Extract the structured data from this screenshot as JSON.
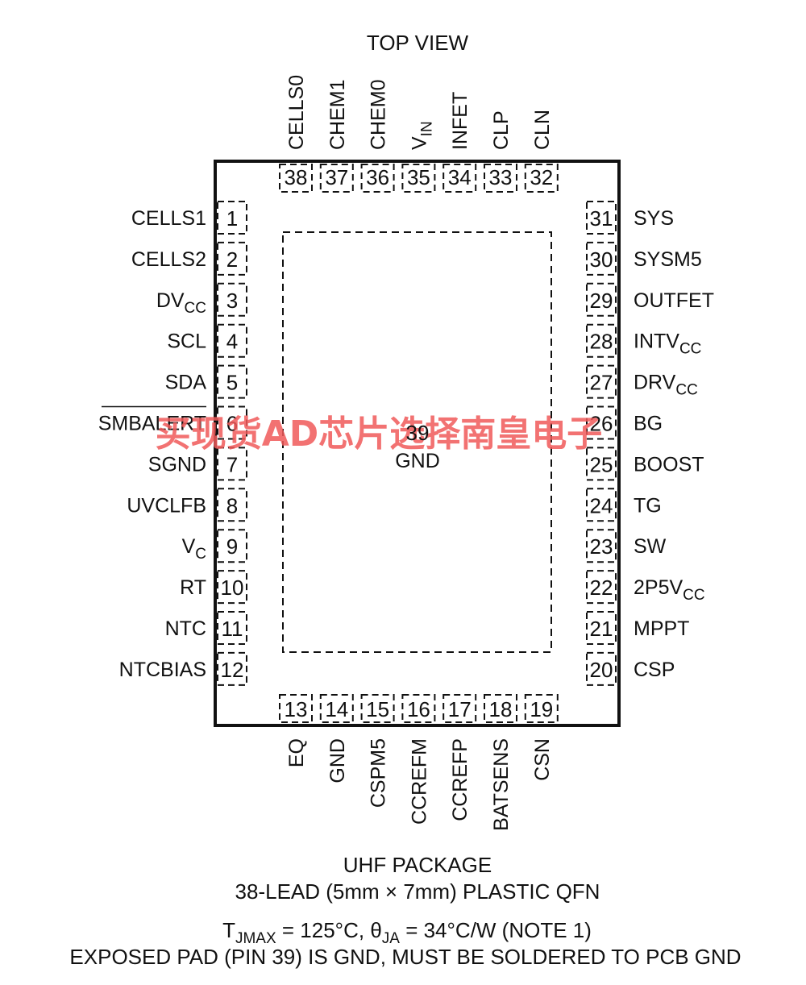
{
  "view_title": "TOP VIEW",
  "package": {
    "line1": "UHF PACKAGE",
    "line2": "38-LEAD (5mm × 7mm) PLASTIC QFN",
    "thermal": {
      "t_main": "T",
      "t_sub": "JMAX",
      "t_val": " = 125°C, ",
      "theta_main": "θ",
      "theta_sub": "JA",
      "theta_val": " = 34°C/W (NOTE 1)"
    },
    "line4": "EXPOSED PAD (PIN 39) IS GND, MUST BE SOLDERED TO PCB GND"
  },
  "exposed_pad": {
    "number": "39",
    "name": "GND"
  },
  "watermark": "买现货AD芯片选择南皇电子",
  "pins_left": [
    {
      "num": "1",
      "main": "CELLS1"
    },
    {
      "num": "2",
      "main": "CELLS2"
    },
    {
      "num": "3",
      "main": "DV",
      "sub": "CC"
    },
    {
      "num": "4",
      "main": "SCL"
    },
    {
      "num": "5",
      "main": "SDA"
    },
    {
      "num": "6",
      "main": "SMBALERT",
      "overline": true
    },
    {
      "num": "7",
      "main": "SGND"
    },
    {
      "num": "8",
      "main": "UVCLFB"
    },
    {
      "num": "9",
      "main": "V",
      "sub": "C"
    },
    {
      "num": "10",
      "main": "RT"
    },
    {
      "num": "11",
      "main": "NTC"
    },
    {
      "num": "12",
      "main": "NTCBIAS"
    }
  ],
  "pins_right": [
    {
      "num": "31",
      "main": "SYS"
    },
    {
      "num": "30",
      "main": "SYSM5"
    },
    {
      "num": "29",
      "main": "OUTFET"
    },
    {
      "num": "28",
      "main": "INTV",
      "sub": "CC"
    },
    {
      "num": "27",
      "main": "DRV",
      "sub": "CC"
    },
    {
      "num": "26",
      "main": "BG"
    },
    {
      "num": "25",
      "main": "BOOST"
    },
    {
      "num": "24",
      "main": "TG"
    },
    {
      "num": "23",
      "main": "SW"
    },
    {
      "num": "22",
      "main": "2P5V",
      "sub": "CC"
    },
    {
      "num": "21",
      "main": "MPPT"
    },
    {
      "num": "20",
      "main": "CSP"
    }
  ],
  "pins_top": [
    {
      "num": "38",
      "main": "CELLS0"
    },
    {
      "num": "37",
      "main": "CHEM1"
    },
    {
      "num": "36",
      "main": "CHEM0"
    },
    {
      "num": "35",
      "main": "V",
      "sub": "IN"
    },
    {
      "num": "34",
      "main": "INFET"
    },
    {
      "num": "33",
      "main": "CLP"
    },
    {
      "num": "32",
      "main": "CLN"
    }
  ],
  "pins_bottom": [
    {
      "num": "13",
      "main": "EQ"
    },
    {
      "num": "14",
      "main": "GND"
    },
    {
      "num": "15",
      "main": "CSPM5"
    },
    {
      "num": "16",
      "main": "CCREFM"
    },
    {
      "num": "17",
      "main": "CCREFP"
    },
    {
      "num": "18",
      "main": "BATSENS"
    },
    {
      "num": "19",
      "main": "CSN"
    }
  ]
}
